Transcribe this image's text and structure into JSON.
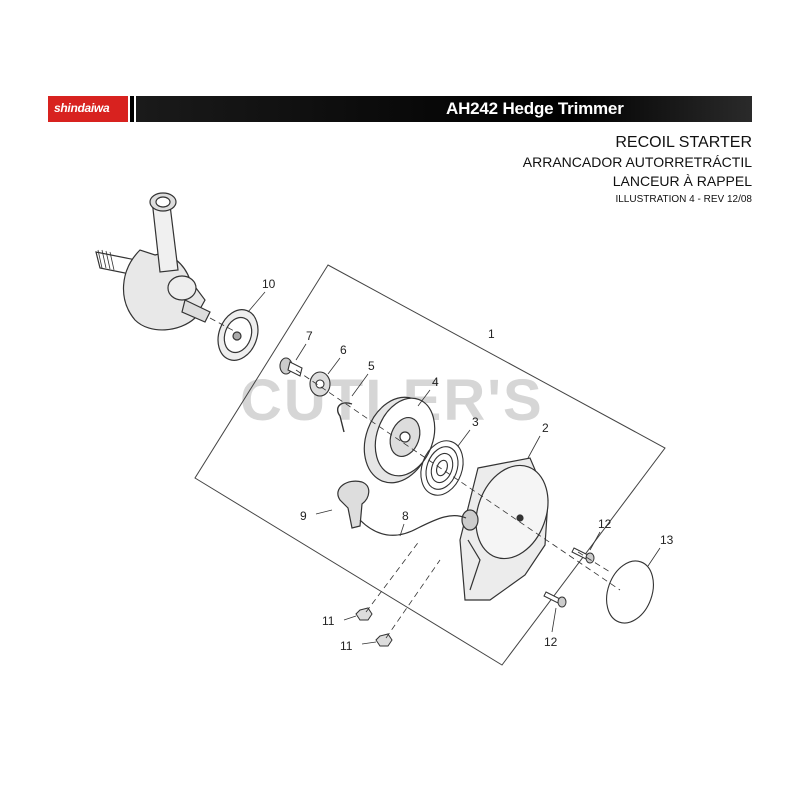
{
  "header": {
    "brand": "shindaiwa",
    "product_title": "AH242 Hedge Trimmer"
  },
  "titles": {
    "english": "RECOIL STARTER",
    "spanish": "ARRANCADOR AUTORRETRÁCTIL",
    "french": "LANCEUR À RAPPEL",
    "illustration": "ILLUSTRATION 4 - REV 12/08"
  },
  "watermark": "CUTLER'S",
  "callouts": {
    "c1": "1",
    "c2": "2",
    "c3": "3",
    "c4": "4",
    "c5": "5",
    "c6": "6",
    "c7": "7",
    "c8": "8",
    "c9": "9",
    "c10": "10",
    "c11a": "11",
    "c11b": "11",
    "c12a": "12",
    "c12b": "12",
    "c13": "13"
  }
}
